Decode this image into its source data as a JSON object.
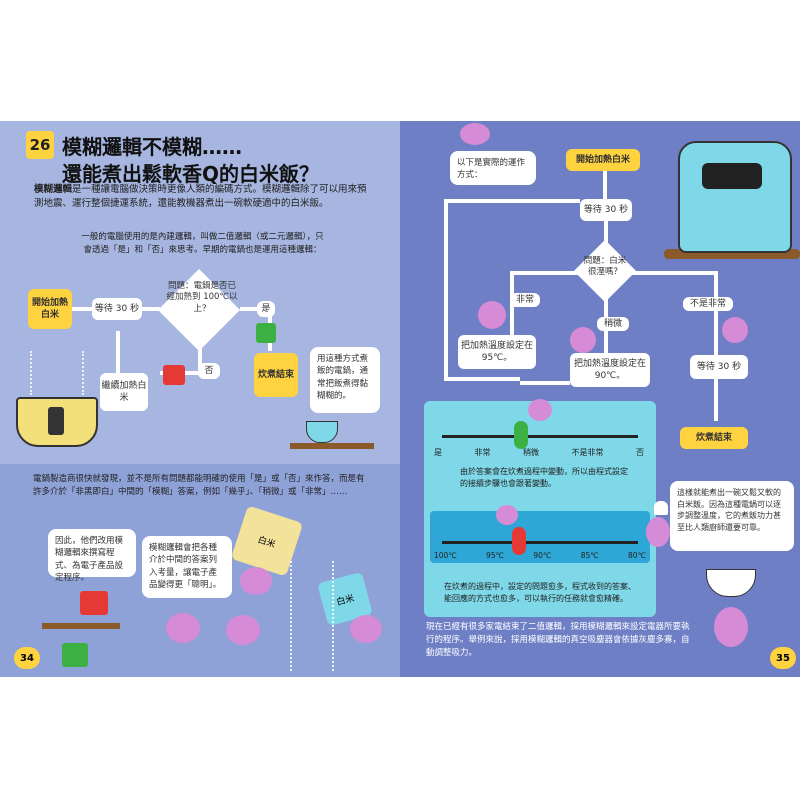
{
  "left": {
    "chapter_number": "26",
    "title_line1": "模糊邏輯不模糊……",
    "title_line2": "還能煮出鬆軟香Q的白米飯？",
    "intro_bold": "模糊邏輯",
    "intro_rest": "是一種讓電腦做決策時更像人類的編碼方式。模糊邏輯除了可以用來預測地震、運行整個捷運系統，還能教機器煮出一碗軟硬適中的白米飯。",
    "binary_note": "一般的電腦使用的是內建邏輯，叫做二值邏輯（或二元邏輯），只會透過「是」和「否」來思考。早期的電鍋也是運用這種邏輯：",
    "flow": {
      "start": "開始加熱白米",
      "wait": "等待 30 秒",
      "question": "問題：電鍋是否已經加熱到 100℃以上？",
      "yes": "是",
      "no": "否",
      "end": "炊煮結束",
      "continue": "繼續加熱白米"
    },
    "cooker_bubble": "用這種方式煮飯的電鍋，通常把飯煮得黏糊糊的。",
    "fuzzy_note": "電鍋製造商很快就發現，並不是所有問題都能明確的使用「是」或「否」來作答，而是有許多介於「非黑即白」中間的「模糊」答案，例如「幾乎」、「稍微」或「非常」……",
    "bubble_programmers": "因此，他們改用模糊邏輯來撰寫程式、為電子產品設定程序。",
    "bubble_brain": "模糊邏輯會把各種介於中間的答案列入考量，讓電子產品變得更「聰明」。",
    "cup_label_1": "白米",
    "cup_label_2": "白米",
    "page_number": "34"
  },
  "right": {
    "actual_process": "以下是實際的運作方式：",
    "flow": {
      "start": "開始加熱白米",
      "wait": "等待 30 秒",
      "question": "問題：白米很溼嗎？",
      "very": "非常",
      "slightly": "稍微",
      "not_very": "不是非常",
      "set95": "把加熱溫度設定在 95℃。",
      "set90": "把加熱溫度設定在 90℃。",
      "wait2": "等待 30 秒",
      "end": "炊煮結束"
    },
    "scale1": [
      "是",
      "非常",
      "稍微",
      "不是非常",
      "否"
    ],
    "scale1_note": "由於答案會在炊煮過程中變動，所以由程式設定的接續步驟也會跟著變動。",
    "scale2": [
      "100℃",
      "95℃",
      "90℃",
      "85℃",
      "80℃"
    ],
    "scale2_note": "在炊煮的過程中，設定的問題愈多，程式收到的答案、能回應的方式也愈多，可以執行的任務就會愈精確。",
    "result_bubble": "這樣就能煮出一碗又鬆又軟的白米飯。因為這種電鍋可以逐步調整溫度，它的煮飯功力甚至比人類廚師還要可靠。",
    "footer": "現在已經有很多家電結束了二值邏輯，採用模糊邏輯來設定電器所要執行的程序。舉例來說，採用模糊邏輯的真空吸塵器會依據灰塵多寡，自動調整吸力。",
    "page_number": "35"
  },
  "colors": {
    "left_bg": "#a7b6e0",
    "right_bg": "#6f7fc6",
    "yellow": "#ffd23f",
    "panel": "#7fd8e8"
  }
}
